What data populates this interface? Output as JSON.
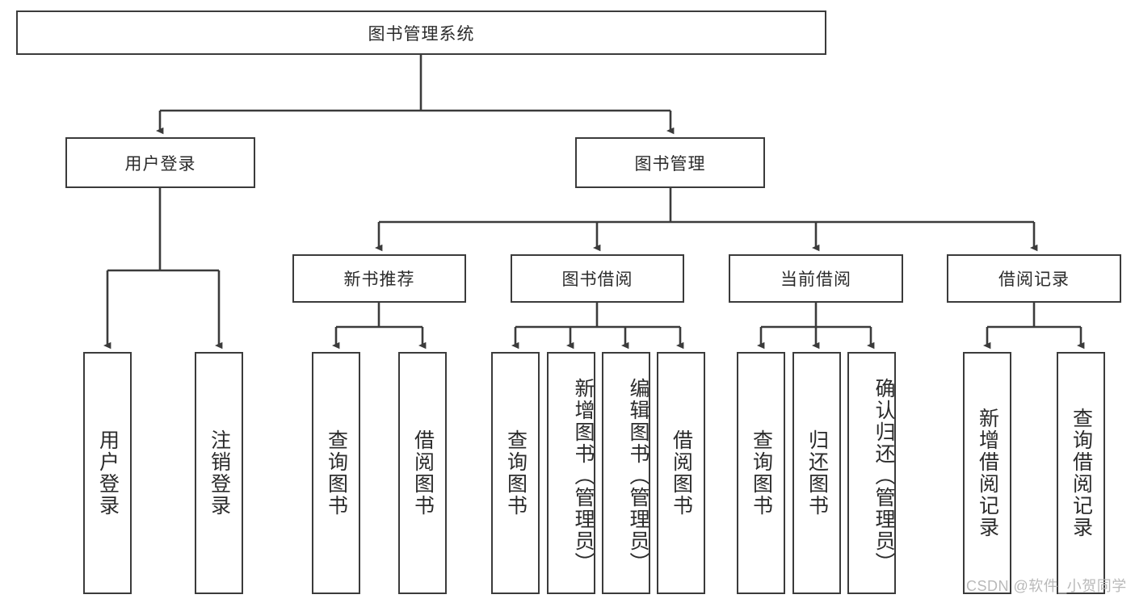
{
  "diagram": {
    "type": "tree-hierarchy",
    "title": "图书管理系统",
    "root": {
      "id": "root",
      "label": "图书管理系统"
    },
    "level2": [
      {
        "id": "user-login",
        "label": "用户登录"
      },
      {
        "id": "book-management",
        "label": "图书管理"
      }
    ],
    "level3": [
      {
        "id": "new-book-recommend",
        "label": "新书推荐",
        "parent": "book-management"
      },
      {
        "id": "book-borrow",
        "label": "图书借阅",
        "parent": "book-management"
      },
      {
        "id": "current-borrow",
        "label": "当前借阅",
        "parent": "book-management"
      },
      {
        "id": "borrow-record",
        "label": "借阅记录",
        "parent": "book-management"
      }
    ],
    "leaves": [
      {
        "id": "leaf-user-login",
        "label": "用户登录",
        "parent": "user-login"
      },
      {
        "id": "leaf-logout-login",
        "label": "注销登录",
        "parent": "user-login"
      },
      {
        "id": "leaf-query-book-1",
        "label": "查询图书",
        "parent": "new-book-recommend"
      },
      {
        "id": "leaf-borrow-book-1",
        "label": "借阅图书",
        "parent": "new-book-recommend"
      },
      {
        "id": "leaf-query-book-2",
        "label": "查询图书",
        "parent": "book-borrow"
      },
      {
        "id": "leaf-add-book",
        "label": "新增图书（管理员）",
        "parent": "book-borrow"
      },
      {
        "id": "leaf-edit-book",
        "label": "编辑图书（管理员）",
        "parent": "book-borrow"
      },
      {
        "id": "leaf-borrow-book-2",
        "label": "借阅图书",
        "parent": "book-borrow"
      },
      {
        "id": "leaf-query-book-3",
        "label": "查询图书",
        "parent": "current-borrow"
      },
      {
        "id": "leaf-return-book",
        "label": "归还图书",
        "parent": "current-borrow"
      },
      {
        "id": "leaf-confirm-return",
        "label": "确认归还（管理员）",
        "parent": "current-borrow"
      },
      {
        "id": "leaf-add-record",
        "label": "新增借阅记录",
        "parent": "borrow-record"
      },
      {
        "id": "leaf-query-record",
        "label": "查询借阅记录",
        "parent": "borrow-record"
      }
    ],
    "colors": {
      "stroke": "#3b3b3b",
      "fill": "#ffffff",
      "text": "#2b2b2b",
      "watermark": "#b9b9b9"
    }
  },
  "watermark": {
    "text": "CSDN @软件_小贺同学"
  }
}
